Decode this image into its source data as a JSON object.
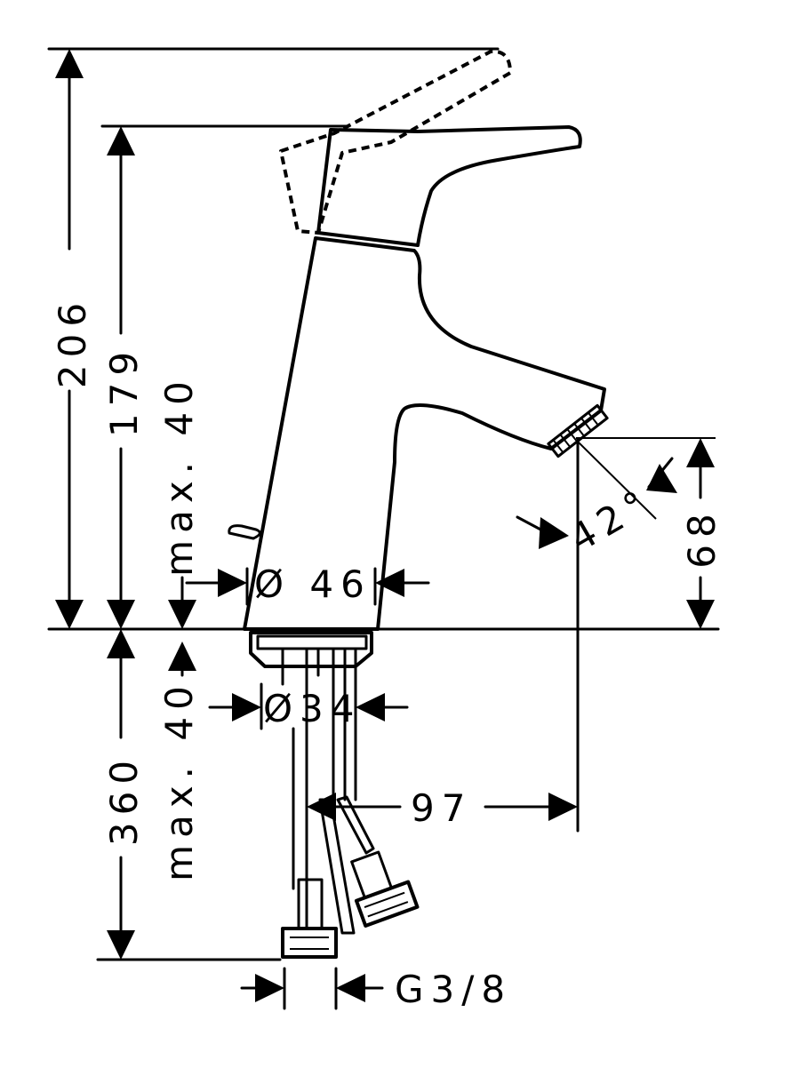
{
  "dimensions": {
    "total_height_raised": "206",
    "total_height": "179",
    "spout_height": "68",
    "max_thickness_top": "max. 40",
    "max_thickness_bottom": "max. 40",
    "base_diameter": "Ø 46",
    "shank_diameter": "Ø34",
    "projection": "97",
    "spout_angle": "42°",
    "hose_length": "360",
    "connection_thread": "G3/8"
  },
  "colors": {
    "line": "#000000",
    "background": "#ffffff"
  }
}
